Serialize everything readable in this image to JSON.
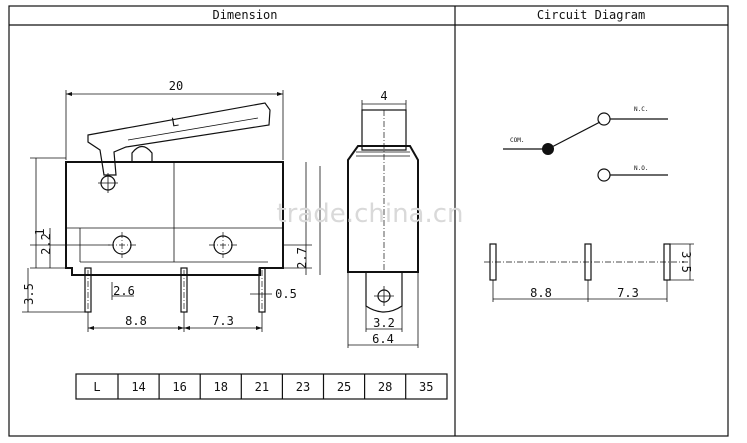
{
  "headers": {
    "dimension": "Dimension",
    "circuit": "Circuit Diagram"
  },
  "watermark": "trade.china.cn",
  "front_view": {
    "overall_length": "20",
    "lever_label": "L",
    "dim_2_2": "2.2",
    "dim_1": "1",
    "dim_2_6": "2.6",
    "dim_2_7": "2.7",
    "dim_3_5": "3.5",
    "dim_0_5": "0.5",
    "dim_8_8": "8.8",
    "dim_7_3": "7.3"
  },
  "side_view": {
    "top_width": "4",
    "tab_width": "3.2",
    "body_width": "6.4"
  },
  "circuit": {
    "com": "COM.",
    "nc": "N.C.",
    "no": "N.O.",
    "pin_pitch_1": "8.8",
    "pin_pitch_2": "7.3",
    "pin_len": "3.5"
  },
  "table": {
    "header": "L",
    "values": [
      "14",
      "16",
      "18",
      "21",
      "23",
      "25",
      "28",
      "35"
    ]
  }
}
